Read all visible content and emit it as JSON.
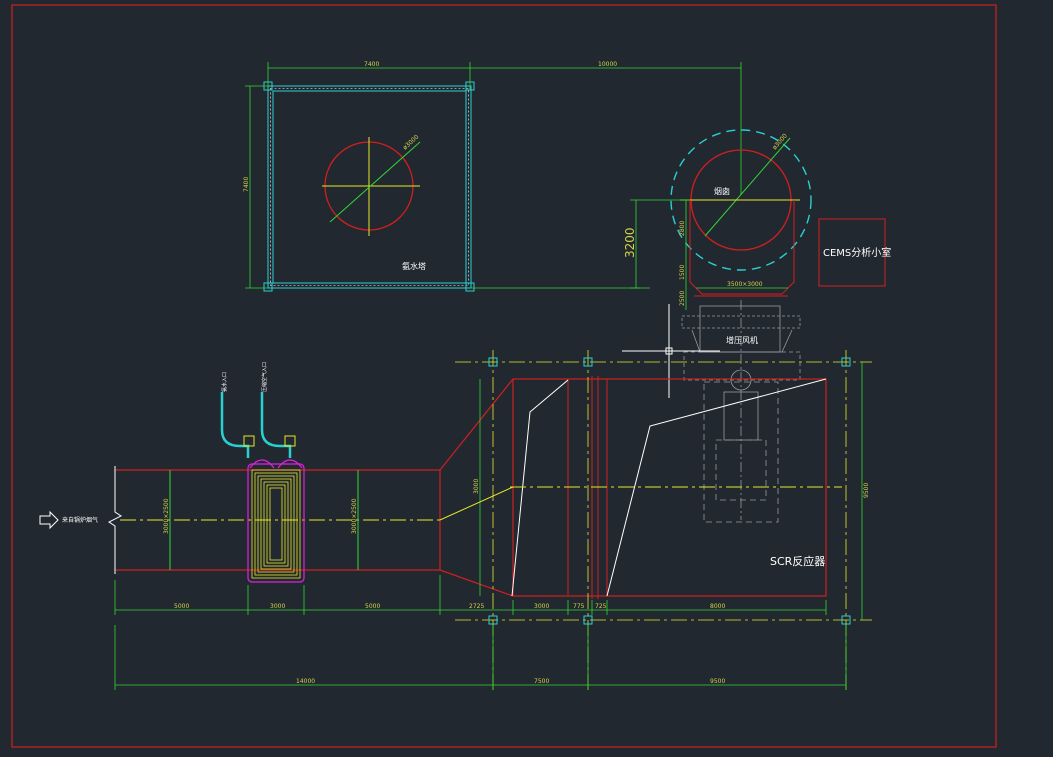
{
  "drawing": {
    "labels": {
      "ammonia_tower": "氨水塔",
      "chimney": "烟囱",
      "cems_room": "CEMS分析小室",
      "booster_fan": "增压风机",
      "scr_reactor": "SCR反应器",
      "flue_inlet": "来自锅炉烟气",
      "pipe_label_1": "氨水入口",
      "pipe_label_2": "压缩空气入口"
    },
    "dimensions": {
      "tower_width": "7400",
      "tower_to_chimney": "10000",
      "tower_height": "7400",
      "tower_circle_dia": "ø3000",
      "chimney_dia": "ø3000",
      "chimney_offset": "3200",
      "chimney_side_a": "2800",
      "chimney_side_b": "1500",
      "chimney_side_c": "2500",
      "chimney_base_width": "3500×3000",
      "duct_height_left": "3000×2500",
      "duct_height_right": "3000×2500",
      "scr_inlet_height": "3000",
      "scr_total_height": "9500",
      "seg_1": "5000",
      "seg_2": "3000",
      "seg_3": "5000",
      "seg_4": "2725",
      "seg_5": "3000",
      "seg_6": "775",
      "seg_7": "725",
      "seg_8": "8000",
      "total_left": "14000",
      "total_mid": "7500",
      "total_right": "9500"
    },
    "colors": {
      "background": "#212830",
      "frame": "#d11f1f",
      "dim_line": "#33d633",
      "center_line": "#e6e626",
      "duct": "#d11f1f",
      "steel": "#2ad0d0",
      "white_line": "#ffffff",
      "magenta": "#e020e0",
      "gray_equipment": "#9a9a9a"
    }
  }
}
